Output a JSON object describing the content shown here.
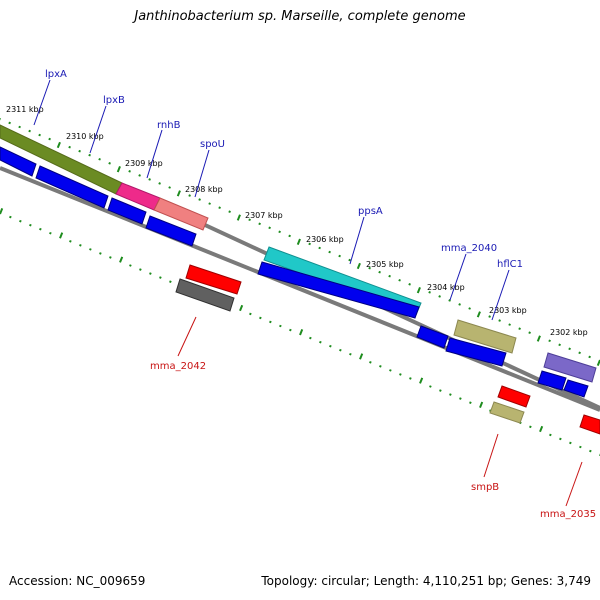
{
  "title": "Janthinobacterium sp. Marseille, complete genome",
  "accession": "Accession: NC_009659",
  "summary": "Topology: circular; Length: 4,110,251 bp; Genes: 3,749",
  "colors": {
    "backbone": "#808080",
    "tick": "#1e8c1e",
    "label_blue": "#1a1ab4",
    "label_red": "#c81414",
    "cds_blue": "#0000ee",
    "cds_red": "#ff0000"
  },
  "ruler": [
    "2311 kbp",
    "2310 kbp",
    "2309 kbp",
    "2308 kbp",
    "2307 kbp",
    "2306 kbp",
    "2305 kbp",
    "2304 kbp",
    "2303 kbp",
    "2302 kbp"
  ],
  "genes": {
    "lpxA": "lpxA",
    "lpxB": "lpxB",
    "rnhB": "rnhB",
    "spoU": "spoU",
    "ppsA": "ppsA",
    "mma_2040": "mma_2040",
    "hflC1": "hflC1",
    "mma_2042": "mma_2042",
    "smpB": "smpB",
    "mma_2035": "mma_2035"
  }
}
